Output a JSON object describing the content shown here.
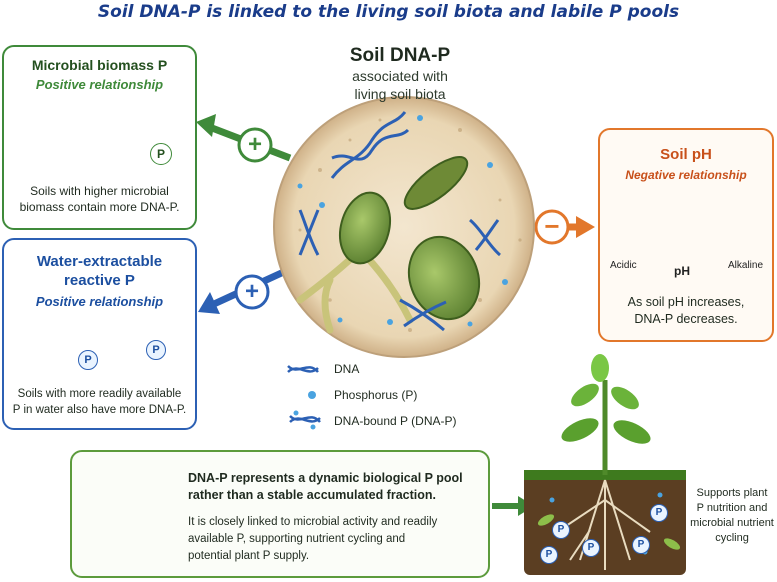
{
  "title": "Soil DNA-P is linked to the living soil biota and labile P pools",
  "center": {
    "heading": "Soil DNA-P",
    "line1": "associated with",
    "line2": "living soil biota"
  },
  "microbial": {
    "heading": "Microbial biomass P",
    "relation": "Positive relationship",
    "text1": "Soils with higher microbial",
    "text2": "biomass contain more DNA-P.",
    "sign": "+"
  },
  "water": {
    "heading1": "Water-extractable",
    "heading2": "reactive P",
    "relation": "Positive relationship",
    "text1": "Soils with more readily available",
    "text2": "P in water also have more DNA-P.",
    "sign": "+"
  },
  "ph": {
    "heading": "Soil pH",
    "relation": "Negative relationship",
    "acidic": "Acidic",
    "alkaline": "Alkaline",
    "ph_label": "pH",
    "text1": "As soil pH increases,",
    "text2": "DNA-P decreases.",
    "sign": "−"
  },
  "legend": {
    "dna": "DNA",
    "phosphorus": "Phosphorus (P)",
    "dna_p": "DNA-bound P (DNA-P)"
  },
  "summary": {
    "bold1": "DNA-P represents a dynamic biological P pool",
    "bold2": "rather than a stable accumulated fraction.",
    "text1": "It is closely linked to microbial activity and readily",
    "text2": "available P, supporting nutrient cycling and",
    "text3": "potential plant P supply."
  },
  "plant": {
    "line1": "Supports plant",
    "line2": "P nutrition and",
    "line3": "microbial nutrient",
    "line4": "cycling"
  },
  "p_symbol": "P",
  "colors": {
    "green": "#3f8a3a",
    "blue": "#2c60b4",
    "orange": "#e2772b",
    "title_blue": "#1a3c8a"
  }
}
